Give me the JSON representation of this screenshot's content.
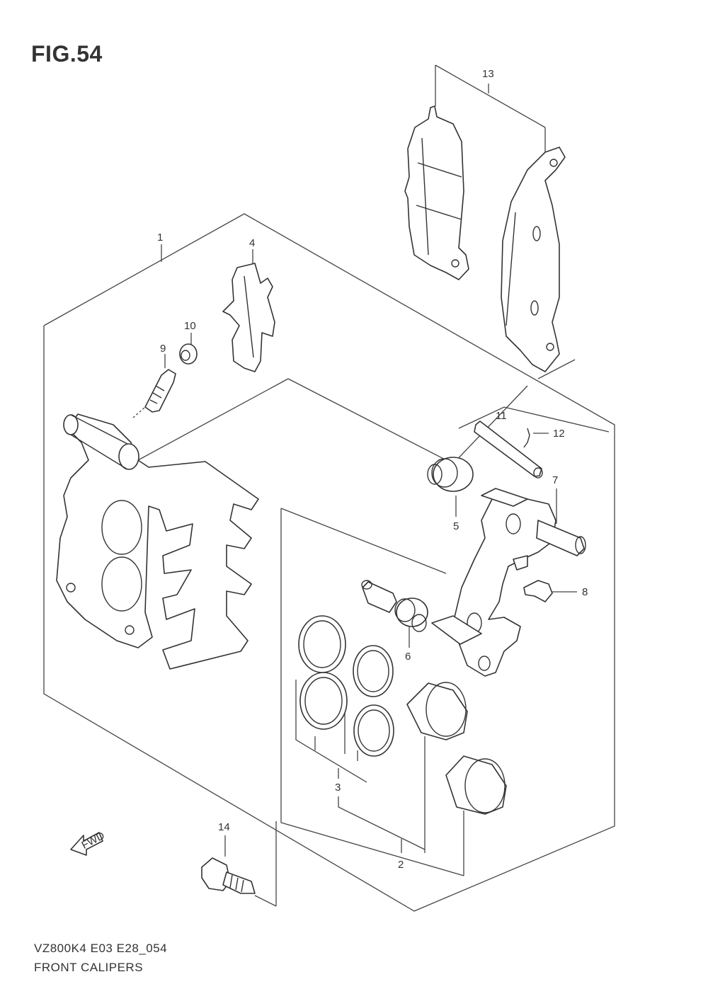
{
  "figure": {
    "title": "FIG.54",
    "model_code": "VZ800K4  E03  E28_054",
    "caption": "FRONT CALIPERS"
  },
  "callouts": [
    "1",
    "2",
    "3",
    "4",
    "5",
    "6",
    "7",
    "8",
    "9",
    "10",
    "11",
    "12",
    "13",
    "14"
  ],
  "fwd_label": "FWD"
}
